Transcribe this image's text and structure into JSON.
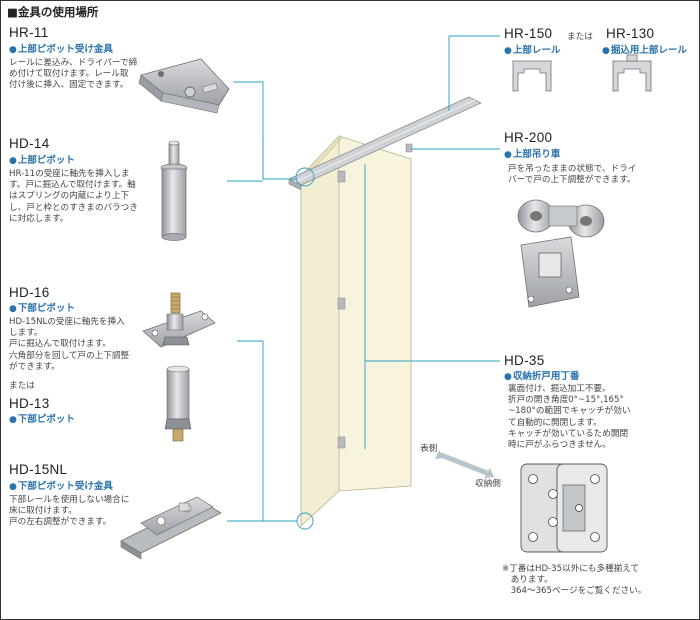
{
  "title": "■金具の使用場所",
  "parts": {
    "hr11": {
      "code": "HR-11",
      "name": "上部ピボット受け金具",
      "desc": "レールに差込み、ドライバーで締\nめ付けて取付けます。レール取\n付け後に挿入、固定できます。"
    },
    "hd14": {
      "code": "HD-14",
      "name": "上部ピボット",
      "desc": "HR-11の受座に軸先を挿入しま\nす。戸に掘込んで取付けます。軸\nはスプリングの内蔵により上下\nし、戸と枠とのすきまのバラつき\nに対応します。"
    },
    "hd16": {
      "code": "HD-16",
      "name": "下部ピボット",
      "desc": "HD-15NLの受座に軸先を挿入\nします。\n戸に掘込んで取付けます。\n六角部分を回して戸の上下調整\nができます。"
    },
    "or_label": "または",
    "hd13": {
      "code": "HD-13",
      "name": "下部ピボット"
    },
    "hd15nl": {
      "code": "HD-15NL",
      "name": "下部ピボット受け金具",
      "desc": "下部レールを使用しない場合に\n床に取付けます。\n戸の左右調整ができます。"
    },
    "hr150": {
      "code": "HR-150",
      "name": "上部レール"
    },
    "or_label2": "または",
    "hr130": {
      "code": "HR-130",
      "name": "掘込用上部レール"
    },
    "hr200": {
      "code": "HR-200",
      "name": "上部吊り車",
      "desc": "戸を吊ったままの状態で、ドライ\nバーで戸の上下調整ができます。"
    },
    "hd35": {
      "code": "HD-35",
      "name": "収納折戸用丁番",
      "desc": "裏面付け、掘込加工不要。\n折戸の開き角度0°~15°,165°\n~180°の範囲でキャッチが効い\nて自動的に開閉します。\nキャッチが効いているため開閉\n時に戸がふらつきません。"
    }
  },
  "door_labels": {
    "front": "表側",
    "storage": "収納側"
  },
  "footnote": "※丁番はHD-35以外にも多種揃えて\n　あります。\n　364～365ページをご覧ください。",
  "colors": {
    "accent": "#2a73ad",
    "leader": "#2aa0c0",
    "door": "#f6f1d8",
    "door_edge": "#e3dcb8"
  }
}
